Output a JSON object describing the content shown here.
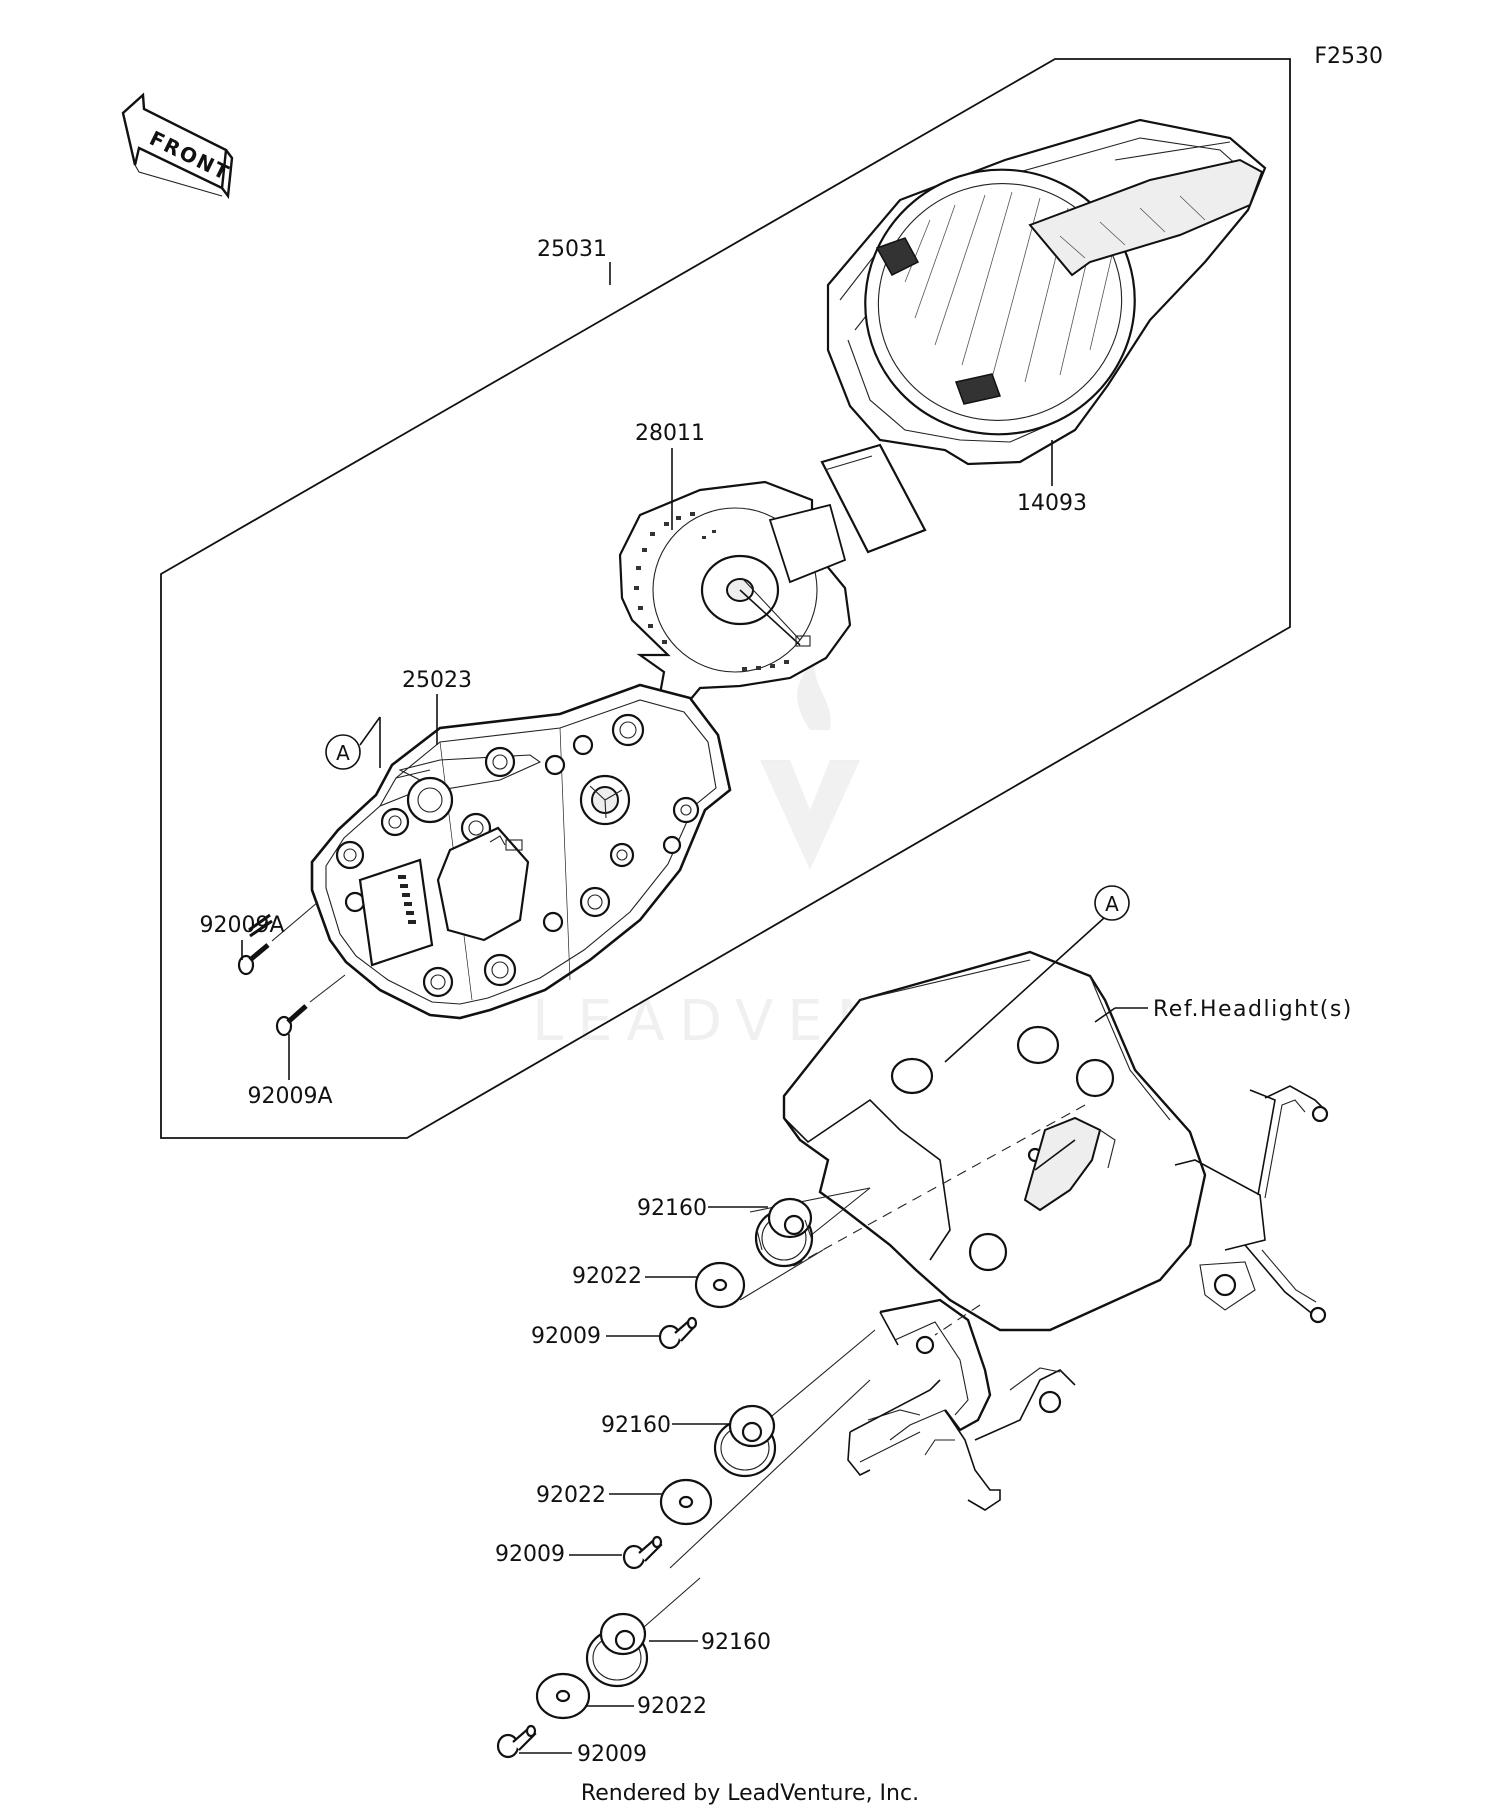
{
  "diagram": {
    "figure_code": "F2530",
    "front_label": "FRONT",
    "reference_a_marker": "A",
    "ref_headlight_label": "Ref.Headlight(s)",
    "footer": "Rendered by LeadVenture, Inc.",
    "watermark": "LEADVENTURE",
    "parts": {
      "meter_assembly": "25031",
      "meter_plate": "28011",
      "meter_cover": "14093",
      "meter_case": "25023",
      "case_screw_upper": "92009A",
      "case_screw_lower": "92009A",
      "damper_1": "92160",
      "washer_1": "92022",
      "screw_1": "92009",
      "damper_2": "92160",
      "washer_2": "92022",
      "screw_2": "92009",
      "damper_3": "92160",
      "washer_3": "92022",
      "screw_3": "92009"
    }
  }
}
